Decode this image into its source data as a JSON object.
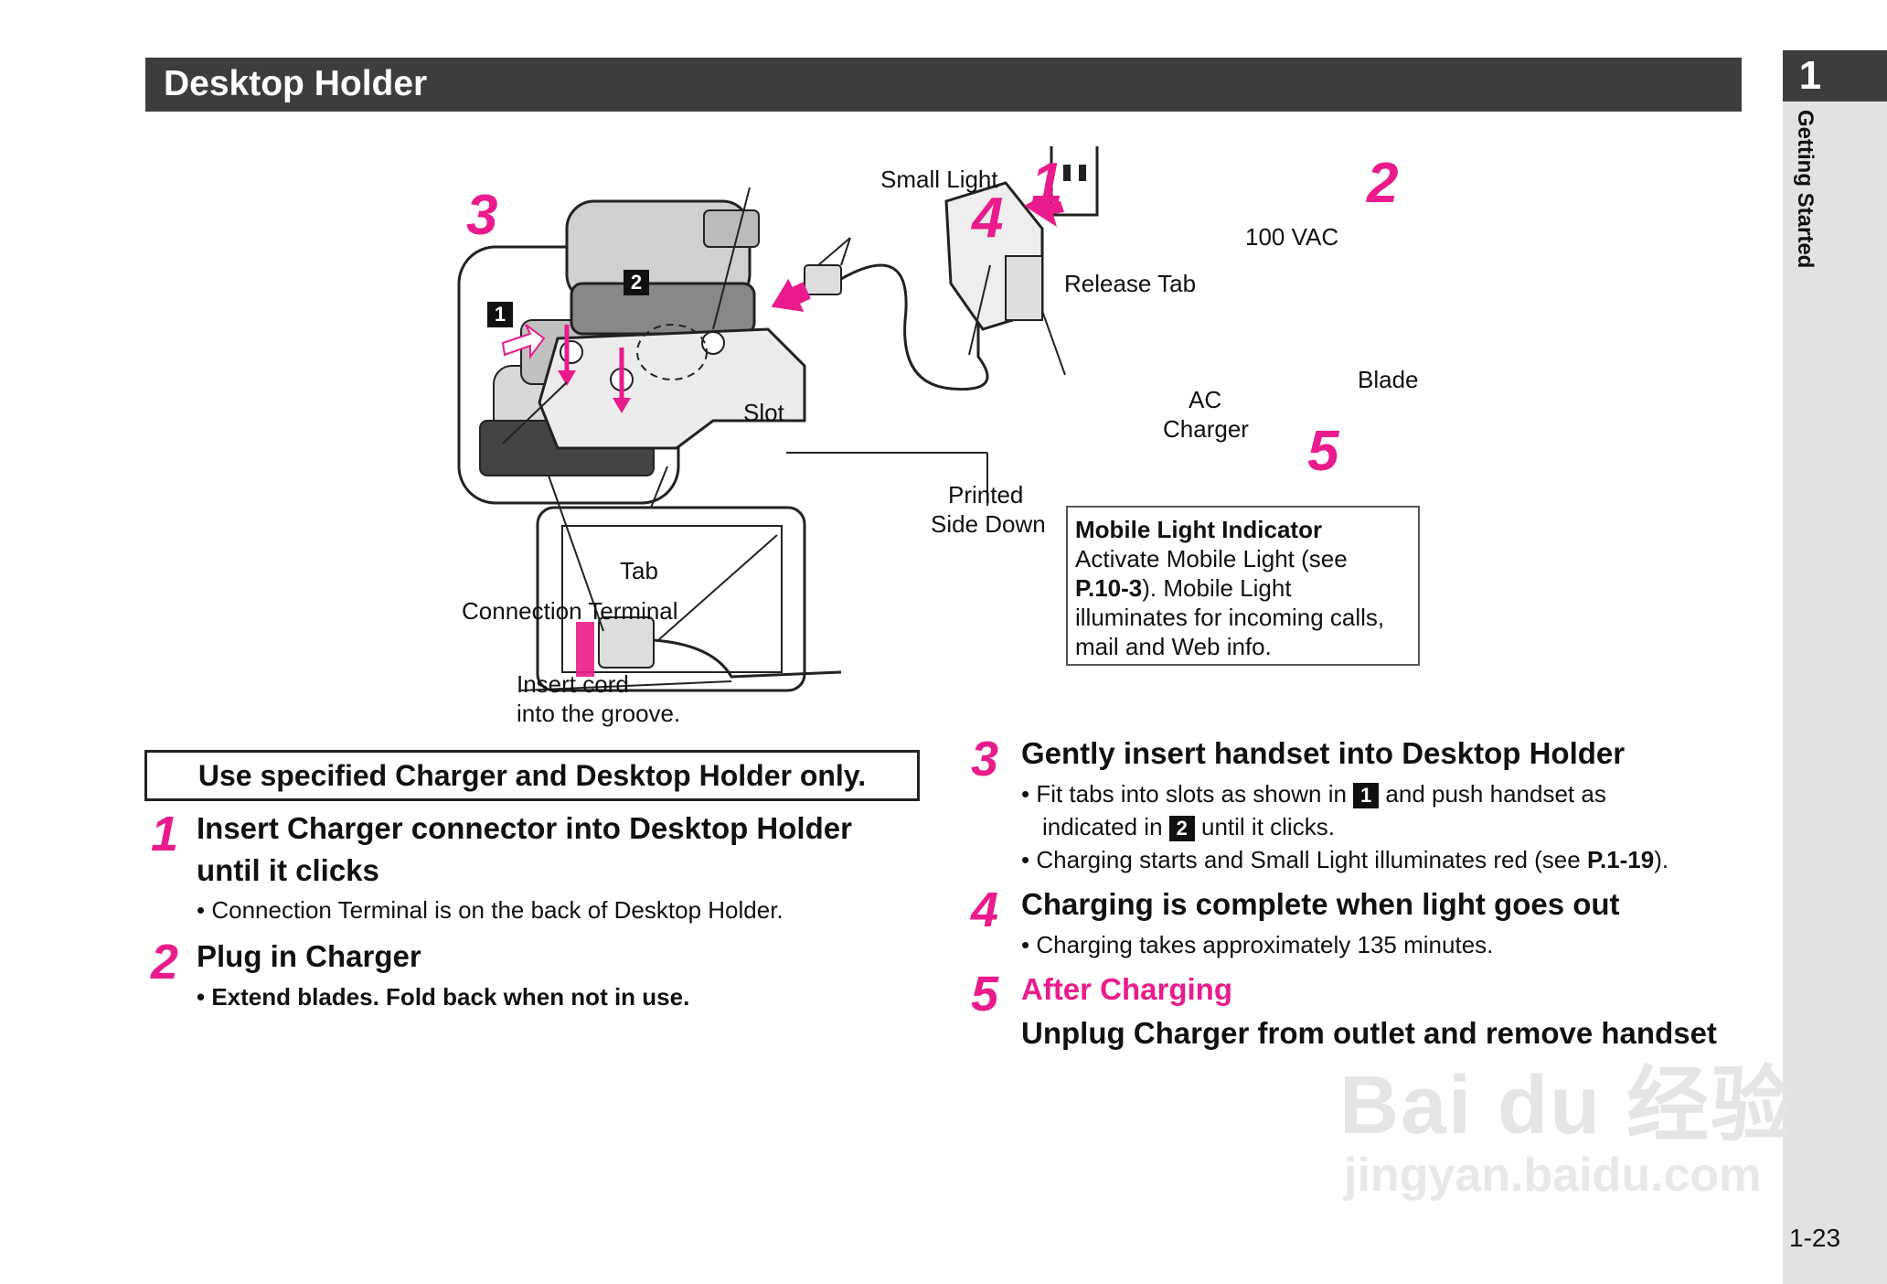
{
  "header": {
    "title": "Desktop Holder"
  },
  "side": {
    "chapter_number": "1",
    "chapter_label": "Getting Started",
    "page_number": "1-23"
  },
  "diagram": {
    "step_markers": [
      "1",
      "2",
      "3",
      "4",
      "5"
    ],
    "inset_markers": [
      "1",
      "2"
    ],
    "labels": {
      "small_light": "Small Light",
      "release_tab": "Release Tab",
      "vac": "100 VAC",
      "ac_charger_line1": "AC",
      "ac_charger_line2": "Charger",
      "blade": "Blade",
      "slot": "Slot",
      "printed_line1": "Printed",
      "printed_line2": "Side Down",
      "tab": "Tab",
      "connection_terminal": "Connection Terminal",
      "insert_cord_line1": "Insert cord",
      "insert_cord_line2": "into the groove."
    },
    "info_box": {
      "title": "Mobile Light Indicator",
      "line1": "Activate Mobile Light (see",
      "ref": "P.10-3",
      "line2_rest": "). Mobile Light",
      "line3": "illuminates for incoming calls,",
      "line4": "mail and Web info."
    }
  },
  "warning": "Use specified Charger and Desktop Holder only.",
  "steps": [
    {
      "num": "1",
      "title_line1": "Insert Charger connector into Desktop Holder",
      "title_line2": "until it clicks",
      "bullets": [
        "Connection Terminal is on the back of Desktop Holder."
      ]
    },
    {
      "num": "2",
      "title": "Plug in Charger",
      "bullets": [
        "Extend blades. Fold back when not in use."
      ]
    },
    {
      "num": "3",
      "title": "Gently insert handset into Desktop Holder",
      "b1_pre": "Fit tabs into slots as shown in",
      "b1_box": "1",
      "b1_post": "and push handset as",
      "b1_line2_pre": "indicated in",
      "b1_line2_box": "2",
      "b1_line2_post": "until it clicks.",
      "b2_pre": "Charging starts and Small Light illuminates red (see",
      "b2_ref": "P.1-19",
      "b2_post": ")."
    },
    {
      "num": "4",
      "title": "Charging is complete when light goes out",
      "bullets": [
        "Charging takes approximately 135 minutes."
      ]
    },
    {
      "num": "5",
      "title": "After Charging",
      "subtitle": "Unplug Charger from outlet and remove handset"
    }
  ],
  "watermark": {
    "line1": "Bai du 经验",
    "line2": "jingyan.baidu.com"
  },
  "colors": {
    "accent": "#ea1b8c",
    "header_bg": "#3d3d3d",
    "side_bg": "#e2e2e2"
  }
}
